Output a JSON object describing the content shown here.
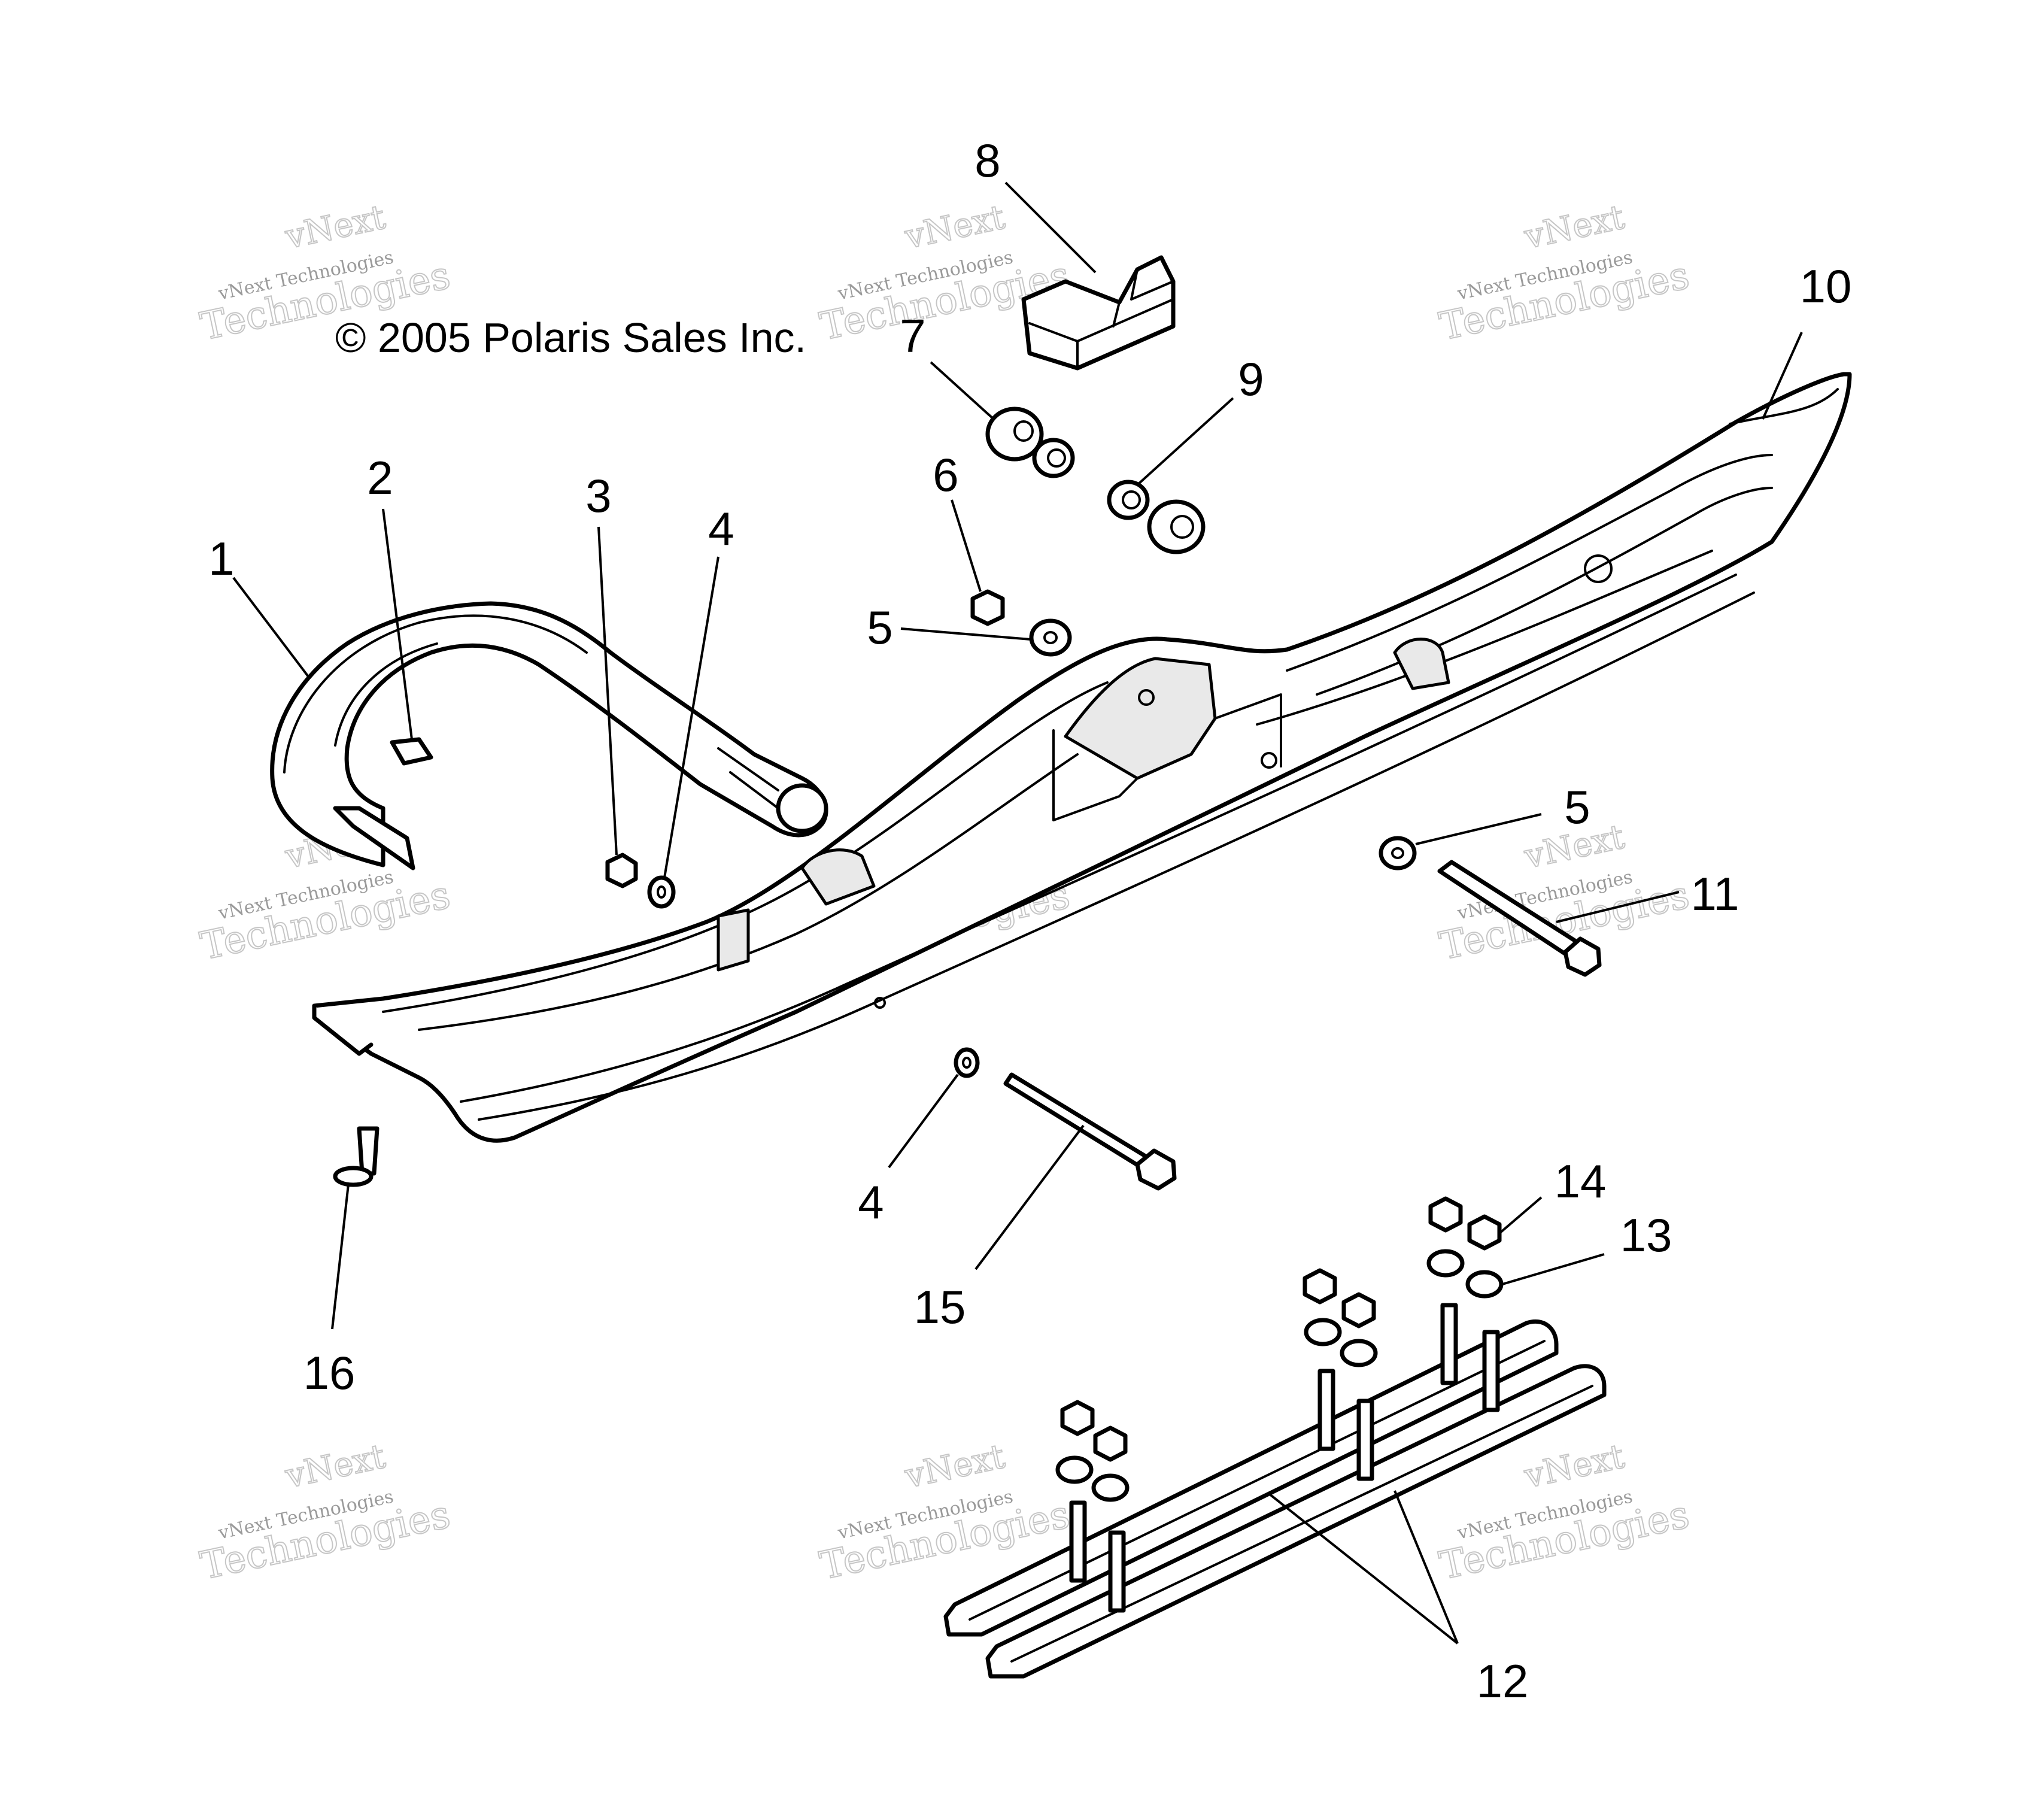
{
  "copyright": "© 2005 Polaris Sales Inc.",
  "watermark": {
    "line1": "vNext",
    "line2": "vNext Technologies",
    "line3": "Technologies"
  },
  "callouts": [
    {
      "id": "1",
      "label": "1",
      "part": "ski loop / handle"
    },
    {
      "id": "2",
      "label": "2",
      "part": "loop fastener"
    },
    {
      "id": "3",
      "label": "3",
      "part": "nut"
    },
    {
      "id": "4a",
      "label": "4",
      "part": "washer"
    },
    {
      "id": "4b",
      "label": "4",
      "part": "washer"
    },
    {
      "id": "5a",
      "label": "5",
      "part": "washer"
    },
    {
      "id": "5b",
      "label": "5",
      "part": "washer"
    },
    {
      "id": "6",
      "label": "6",
      "part": "nut"
    },
    {
      "id": "7",
      "label": "7",
      "part": "bushing washer"
    },
    {
      "id": "8",
      "label": "8",
      "part": "ski stop"
    },
    {
      "id": "9",
      "label": "9",
      "part": "bushing"
    },
    {
      "id": "10",
      "label": "10",
      "part": "ski"
    },
    {
      "id": "11",
      "label": "11",
      "part": "bolt"
    },
    {
      "id": "12",
      "label": "12",
      "part": "carbide runners"
    },
    {
      "id": "13",
      "label": "13",
      "part": "washers"
    },
    {
      "id": "14",
      "label": "14",
      "part": "nuts"
    },
    {
      "id": "15",
      "label": "15",
      "part": "spindle bolt"
    },
    {
      "id": "16",
      "label": "16",
      "part": "rivet"
    }
  ]
}
